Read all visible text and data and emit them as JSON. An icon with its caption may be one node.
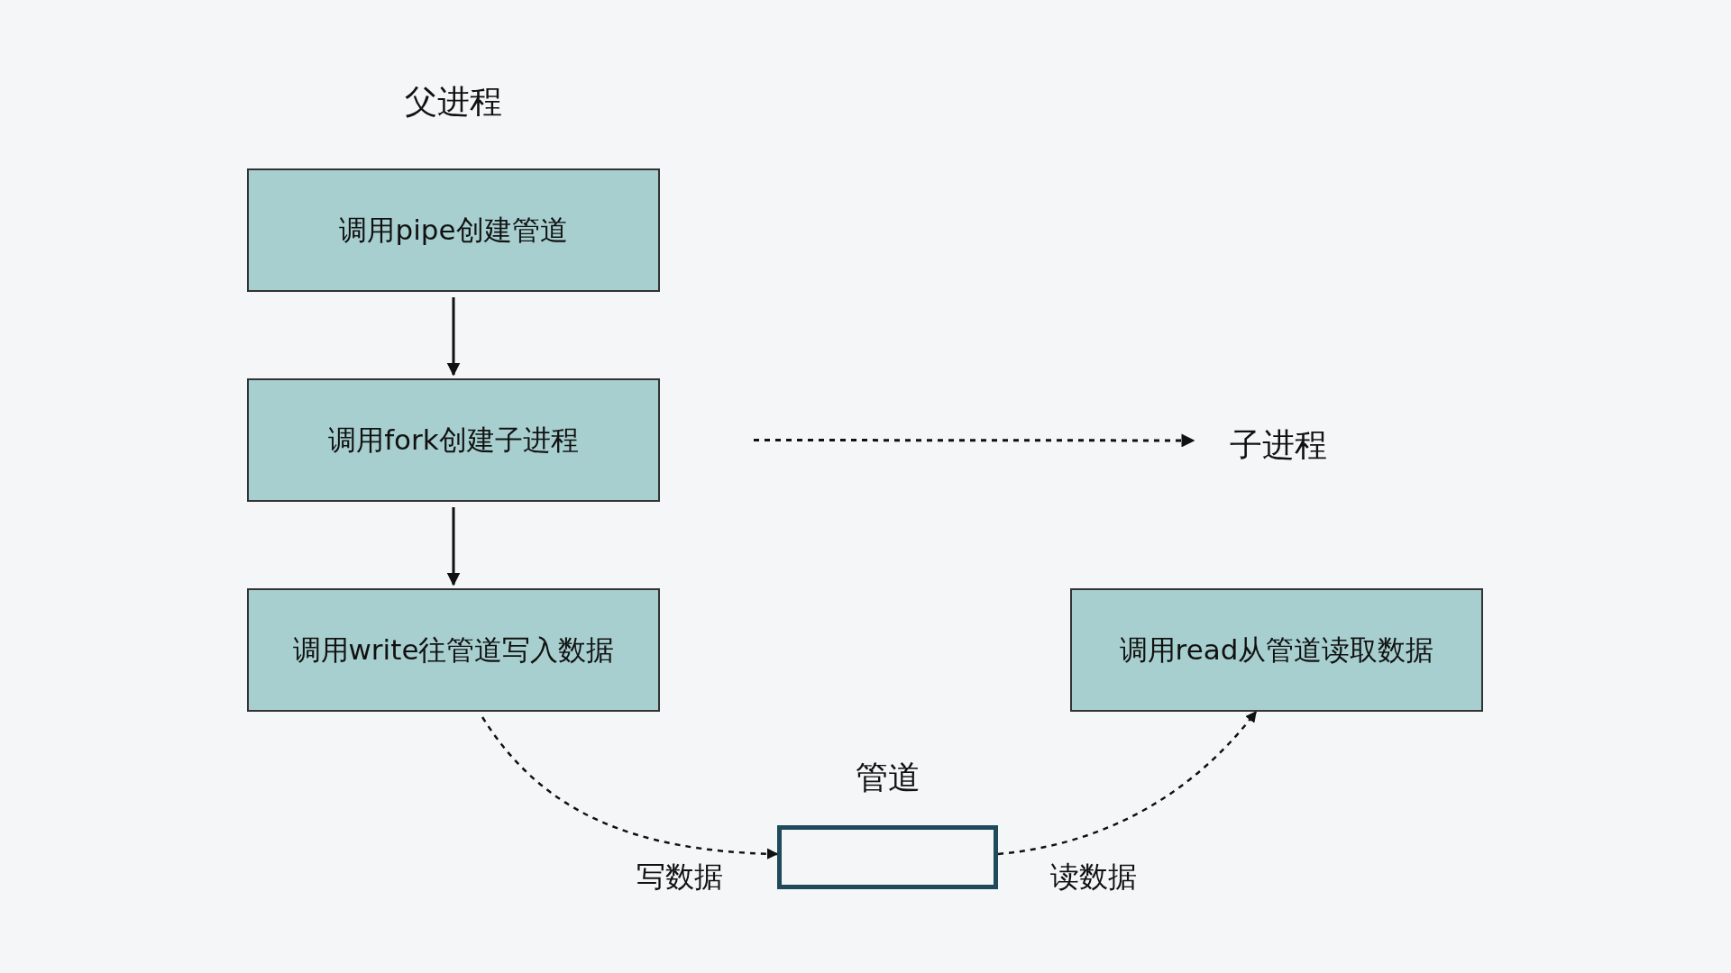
{
  "diagram": {
    "nodes": [
      {
        "text": [
          "调用pipe创建管道"
        ]
      },
      {
        "text": [
          "调用fork创建子进程"
        ]
      },
      {
        "text": [
          "子进程"
        ]
      },
      {
        "text": [
          "调用write往管道写入数据"
        ]
      },
      {
        "text": [
          "调用read从管道读取数据"
        ]
      },
      {
        "text": [
          "管道"
        ]
      }
    ],
    "edges": [
      {
        "from": 0,
        "to": 1,
        "arrow": "to"
      },
      {
        "from": 1,
        "to": 3,
        "arrow": "to"
      },
      {
        "from": 1,
        "to": 2,
        "arrow": "to",
        "style": "dashed"
      },
      {
        "from": 3,
        "to": 5,
        "arrow": "to",
        "style": "dashed",
        "label": "写数据"
      },
      {
        "from": 5,
        "to": 4,
        "arrow": "to",
        "style": "dashed",
        "label": "读数据"
      }
    ],
    "labels": [
      "父进程"
    ]
  }
}
